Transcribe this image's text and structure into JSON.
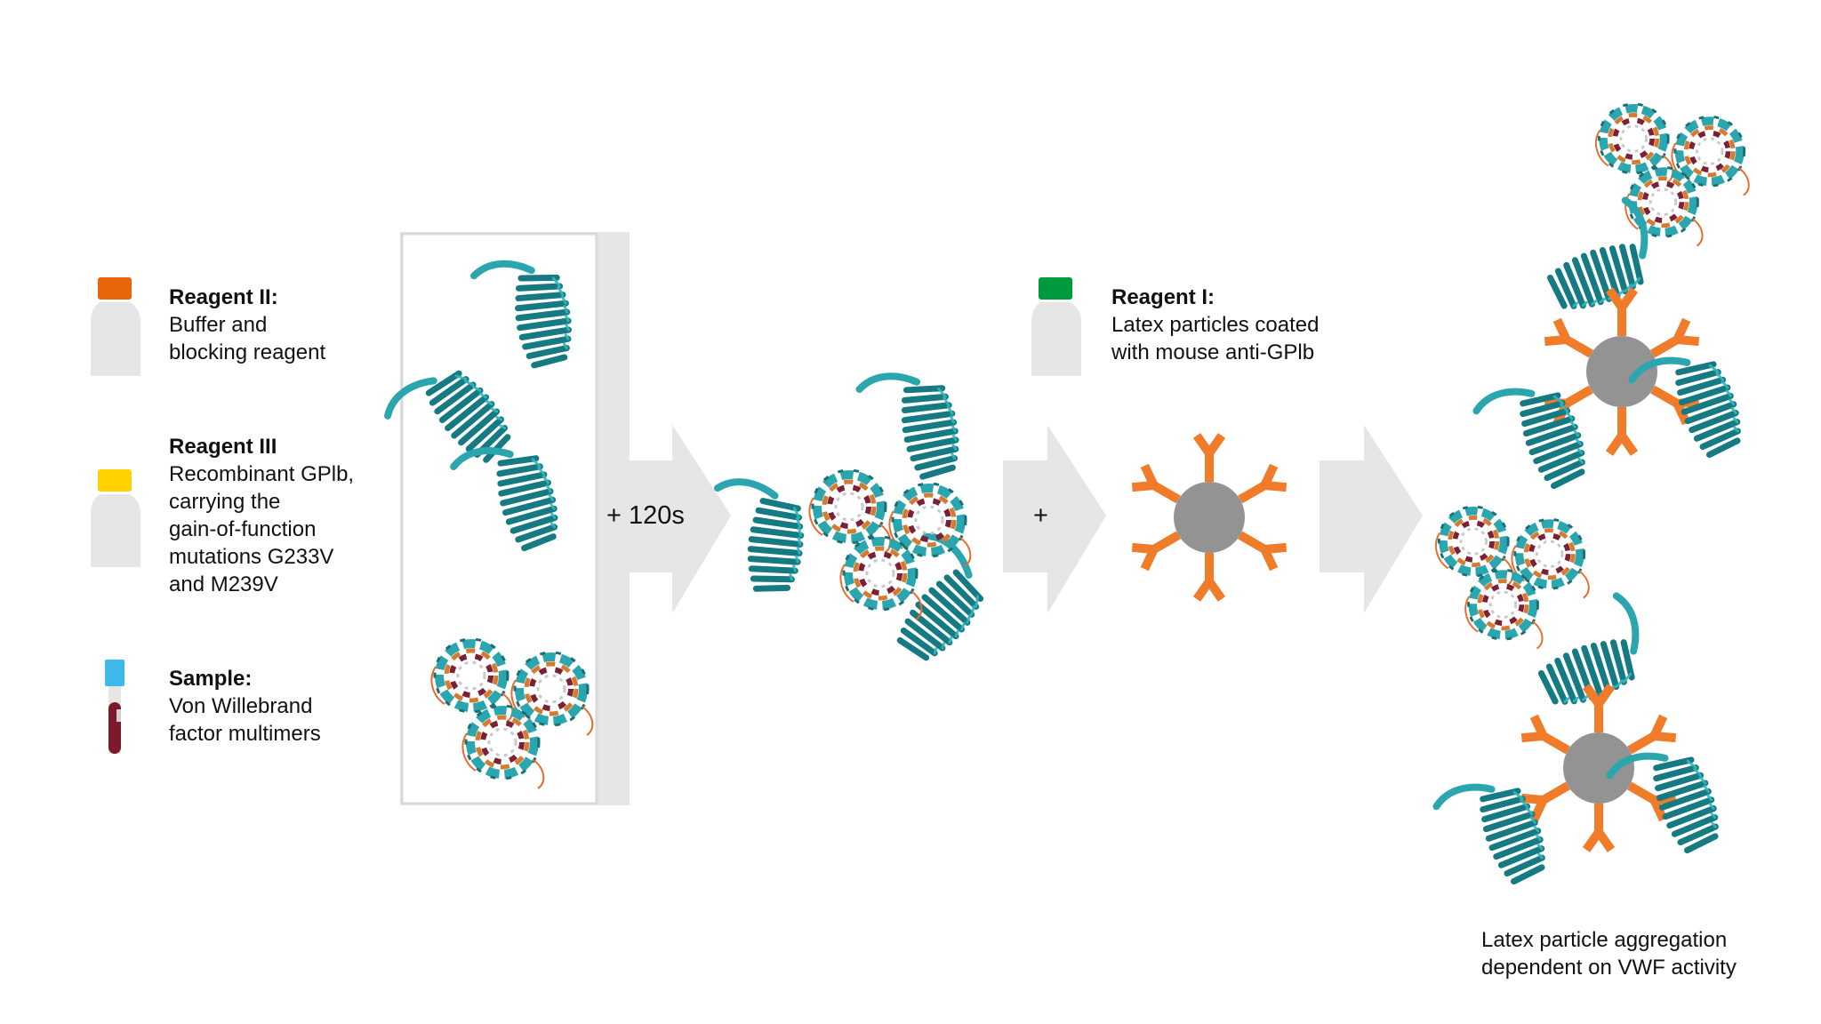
{
  "reagents": [
    {
      "title": "Reagent II:",
      "body": "Buffer and\nblocking reagent",
      "cap_color": "#E8650A"
    },
    {
      "title": "Reagent III",
      "body": "Recombinant GPlb,\ncarrying the\ngain-of-function\nmutations G233V\nand M239V",
      "cap_color": "#FFD100"
    },
    {
      "title": "Sample:",
      "body": "Von Willebrand\nfactor multimers",
      "cap_color": "#3DB8E8"
    }
  ],
  "reagent_i": {
    "title": "Reagent I:",
    "body": "Latex particles coated\nwith mouse anti-GPlb",
    "cap_color": "#009A3E"
  },
  "steps": {
    "step1": "+ 120s",
    "step2": "+"
  },
  "result_caption": "Latex particle aggregation\ndependent on VWF activity",
  "colors": {
    "bottle": "#E6E6E6",
    "arrow": "#E6E6E6",
    "helix": "#1A7E86",
    "helix_light": "#2BA6AE",
    "antibody": "#F07B28",
    "particle": "#939393",
    "tube_blood": "#7A1A2A"
  }
}
